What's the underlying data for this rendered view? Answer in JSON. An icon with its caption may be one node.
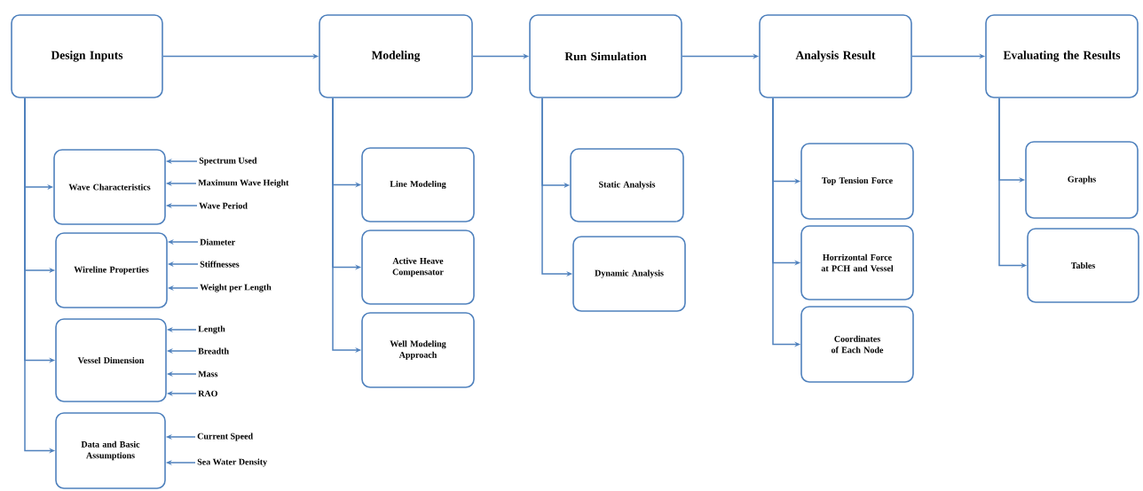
{
  "diagram": {
    "nodes": [
      {
        "text": [
          "Design Inputs"
        ]
      },
      {
        "text": [
          "Modeling"
        ]
      },
      {
        "text": [
          "Run Simulation"
        ]
      },
      {
        "text": [
          "Analysis Result"
        ]
      },
      {
        "text": [
          "Evaluating the Results"
        ]
      },
      {
        "text": [
          "Wave Characteristics"
        ]
      },
      {
        "text": [
          "Wireline Properties"
        ]
      },
      {
        "text": [
          "Vessel Dimension"
        ]
      },
      {
        "text": [
          "Data and Basic Assumptions"
        ]
      },
      {
        "text": [
          "Spectrum Used"
        ]
      },
      {
        "text": [
          "Maximum Wave Height"
        ]
      },
      {
        "text": [
          "Wave Period"
        ]
      },
      {
        "text": [
          "Diameter"
        ]
      },
      {
        "text": [
          "Stiffnesses"
        ]
      },
      {
        "text": [
          "Weight per Length"
        ]
      },
      {
        "text": [
          "Length"
        ]
      },
      {
        "text": [
          "Breadth"
        ]
      },
      {
        "text": [
          "Mass"
        ]
      },
      {
        "text": [
          "RAO"
        ]
      },
      {
        "text": [
          "Current Speed"
        ]
      },
      {
        "text": [
          "Sea Water Density"
        ]
      },
      {
        "text": [
          "Line Modeling"
        ]
      },
      {
        "text": [
          "Active Heave Compensator"
        ]
      },
      {
        "text": [
          "Well Modeling Approach"
        ]
      },
      {
        "text": [
          "Static Analysis"
        ]
      },
      {
        "text": [
          "Dynamic Analysis"
        ]
      },
      {
        "text": [
          "Top Tension Force"
        ]
      },
      {
        "text": [
          "Horrizontal Force at PCH and Vessel"
        ]
      },
      {
        "text": [
          "Coordinates of Each Node"
        ]
      },
      {
        "text": [
          "Graphs"
        ]
      },
      {
        "text": [
          "Tables"
        ]
      }
    ],
    "edges": [
      {
        "from": 0,
        "to": 1,
        "arrow": "to"
      },
      {
        "from": 1,
        "to": 2,
        "arrow": "to"
      },
      {
        "from": 2,
        "to": 3,
        "arrow": "to"
      },
      {
        "from": 3,
        "to": 4,
        "arrow": "to"
      },
      {
        "from": 0,
        "to": 5,
        "arrow": "to"
      },
      {
        "from": 0,
        "to": 6,
        "arrow": "to"
      },
      {
        "from": 0,
        "to": 7,
        "arrow": "to"
      },
      {
        "from": 0,
        "to": 8,
        "arrow": "to"
      },
      {
        "from": 9,
        "to": 5,
        "arrow": "to"
      },
      {
        "from": 10,
        "to": 5,
        "arrow": "to"
      },
      {
        "from": 11,
        "to": 5,
        "arrow": "to"
      },
      {
        "from": 12,
        "to": 6,
        "arrow": "to"
      },
      {
        "from": 13,
        "to": 6,
        "arrow": "to"
      },
      {
        "from": 14,
        "to": 6,
        "arrow": "to"
      },
      {
        "from": 15,
        "to": 7,
        "arrow": "to"
      },
      {
        "from": 16,
        "to": 7,
        "arrow": "to"
      },
      {
        "from": 17,
        "to": 7,
        "arrow": "to"
      },
      {
        "from": 18,
        "to": 7,
        "arrow": "to"
      },
      {
        "from": 19,
        "to": 8,
        "arrow": "to"
      },
      {
        "from": 20,
        "to": 8,
        "arrow": "to"
      },
      {
        "from": 1,
        "to": 21,
        "arrow": "to"
      },
      {
        "from": 1,
        "to": 22,
        "arrow": "to"
      },
      {
        "from": 1,
        "to": 23,
        "arrow": "to"
      },
      {
        "from": 2,
        "to": 24,
        "arrow": "to"
      },
      {
        "from": 2,
        "to": 25,
        "arrow": "to"
      },
      {
        "from": 3,
        "to": 26,
        "arrow": "to"
      },
      {
        "from": 3,
        "to": 27,
        "arrow": "to"
      },
      {
        "from": 3,
        "to": 28,
        "arrow": "to"
      },
      {
        "from": 4,
        "to": 29,
        "arrow": "to"
      },
      {
        "from": 4,
        "to": 30,
        "arrow": "to"
      }
    ]
  }
}
